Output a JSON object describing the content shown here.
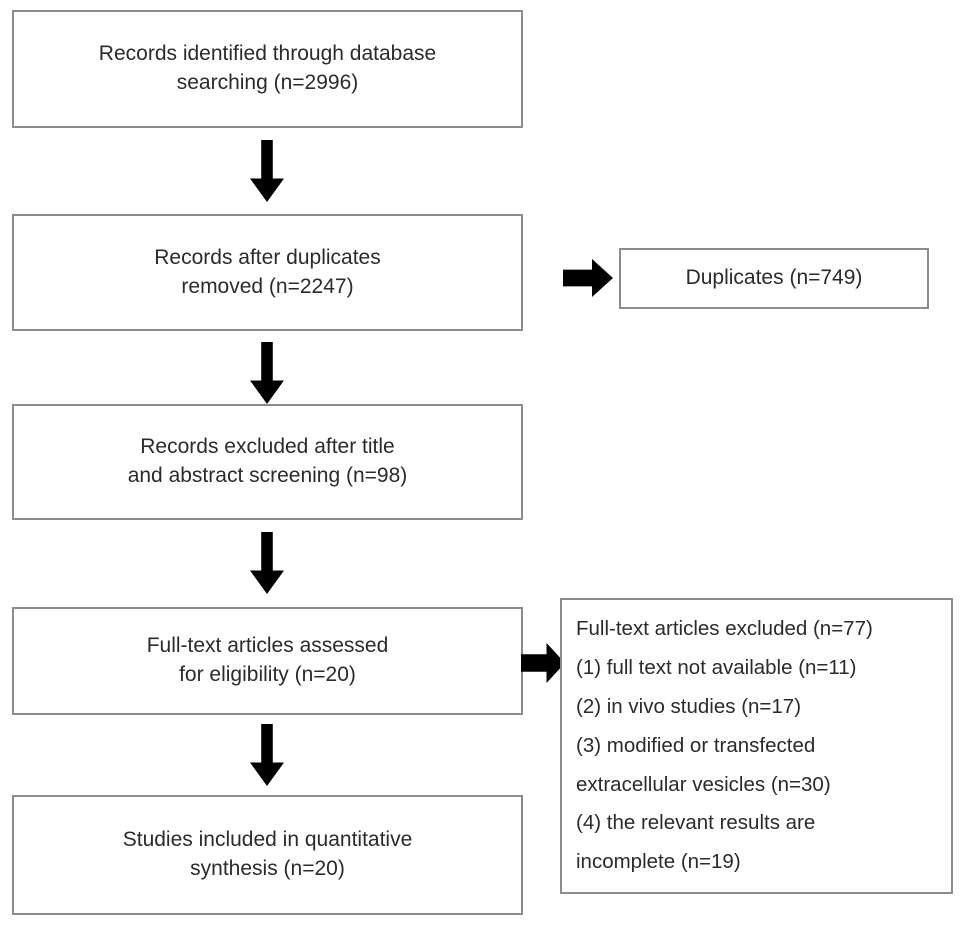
{
  "diagram": {
    "title": "PRISMA study selection flow diagram",
    "type": "flowchart",
    "background_color": "#ffffff",
    "box_border_color": "#8c8c8c",
    "arrow_color": "#000000",
    "text_color": "#2b2b2b"
  },
  "nodes": {
    "identified": {
      "label": "Records identified through database\nsearching (n=2996)",
      "count": 2996
    },
    "deduplicated": {
      "label": "Records after duplicates\nremoved (n=2247)",
      "count": 2247
    },
    "duplicates": {
      "label": "Duplicates (n=749)",
      "count": 749
    },
    "excluded_title_abstract": {
      "label": "Records excluded after title\nand abstract screening (n=98)",
      "count": 98
    },
    "fulltext_assessed": {
      "label": "Full-text articles assessed\nfor eligibility (n=20)",
      "count": 20
    },
    "included": {
      "label": "Studies included in quantitative\nsynthesis (n=20)",
      "count": 20
    }
  },
  "exclusions": {
    "heading": "Full-text articles excluded (n=77)",
    "total": 77,
    "reasons": [
      {
        "line": "(1) full text not available (n=11)",
        "count": 11
      },
      {
        "line": "(2) in vivo studies (n=17)",
        "count": 17
      },
      {
        "line": "(3) modified or transfected",
        "count": null
      },
      {
        "line": "extracellular vesicles (n=30)",
        "count": 30
      },
      {
        "line": "(4) the relevant results are",
        "count": null
      },
      {
        "line": "incomplete (n=19)",
        "count": 19
      }
    ]
  },
  "connectors": [
    {
      "name": "identified-to-deduplicated",
      "icon": "arrow-down-icon"
    },
    {
      "name": "deduplicated-to-excluded",
      "icon": "arrow-down-icon"
    },
    {
      "name": "excluded-to-fulltext",
      "icon": "arrow-down-icon"
    },
    {
      "name": "fulltext-to-included",
      "icon": "arrow-down-icon"
    },
    {
      "name": "deduplicated-to-duplicates",
      "icon": "arrow-right-icon"
    },
    {
      "name": "fulltext-to-exclusions",
      "icon": "arrow-right-icon"
    }
  ]
}
